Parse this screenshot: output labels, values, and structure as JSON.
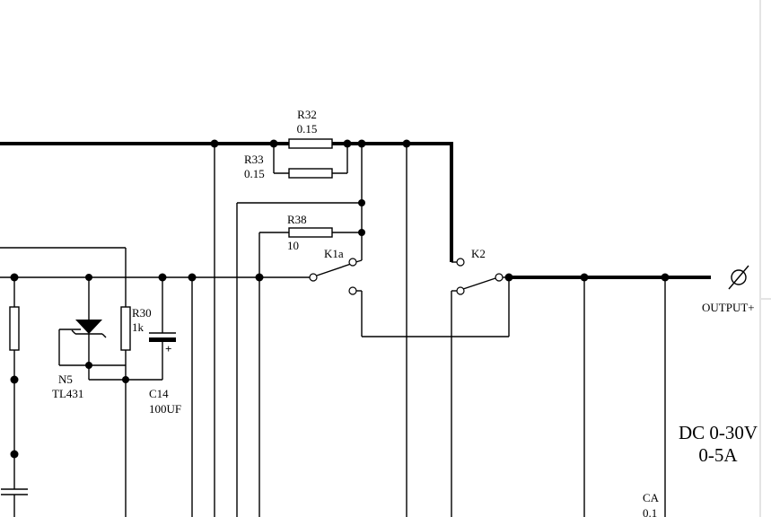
{
  "labels": {
    "r32_ref": "R32",
    "r32_val": "0.15",
    "r33_ref": "R33",
    "r33_val": "0.15",
    "r38_ref": "R38",
    "r38_val": "10",
    "k1a": "K1a",
    "k2": "K2",
    "r30_ref": "R30",
    "r30_val": "1k",
    "n5_ref": "N5",
    "n5_part": "TL431",
    "c14_ref": "C14",
    "c14_val": "100UF",
    "cap_plus": "+",
    "output": "OUTPUT+",
    "spec_voltage": "DC 0-30V",
    "spec_current": "0-5A",
    "ca_ref": "CA",
    "ca_val": "0.1"
  }
}
